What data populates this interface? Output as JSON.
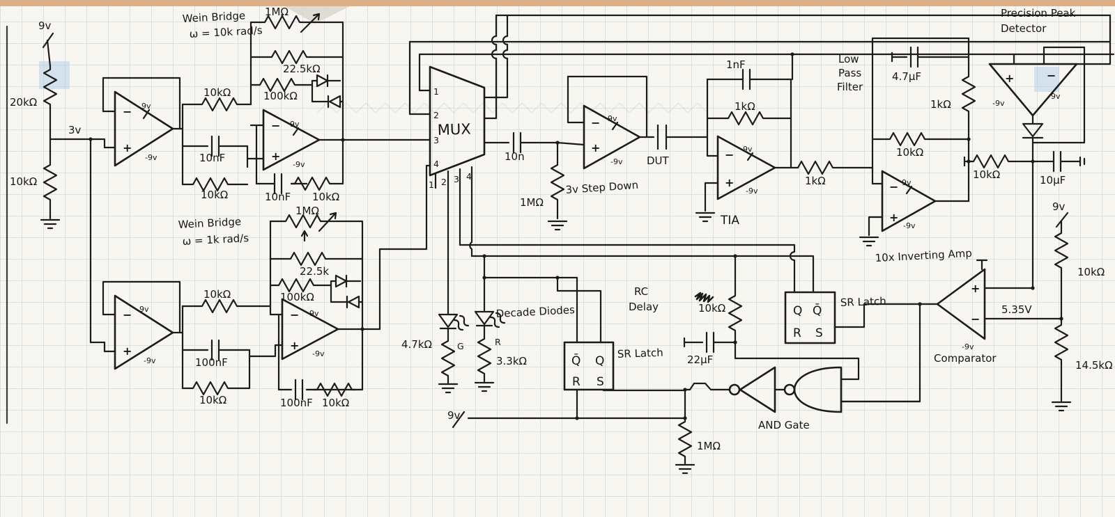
{
  "rails": {
    "pos": "9v",
    "neg": "-9v"
  },
  "op": {
    "plus": "+",
    "minus": "−"
  },
  "left_divider": {
    "v": "9v",
    "r_top": "20kΩ",
    "node": "3v",
    "r_bot": "10kΩ"
  },
  "wein1": {
    "title": "Wein Bridge",
    "omega": "ω = 10k rad/s",
    "r_in": "10kΩ",
    "c_in": "10nF",
    "pot": "1MΩ",
    "r_fb1": "22.5kΩ",
    "r_fb2": "100kΩ",
    "c_bot": "10nF",
    "r_bot": "10kΩ",
    "r_in2": "10kΩ"
  },
  "wein2": {
    "title": "Wein Bridge",
    "omega": "ω = 1k rad/s",
    "r_in": "10kΩ",
    "c_in": "100nF",
    "pot": "1MΩ",
    "r_fb1": "22.5k",
    "r_fb2": "100kΩ",
    "c_bot": "100nF",
    "r_bot": "10kΩ",
    "r_in2": "10kΩ"
  },
  "mux": {
    "label": "MUX",
    "pins": [
      "1",
      "2",
      "3",
      "4"
    ],
    "sels": [
      "1",
      "2",
      "3",
      "4"
    ]
  },
  "middle": {
    "c": "10n",
    "r": "1MΩ",
    "stepdown": "3v Step Down",
    "dut": "DUT"
  },
  "tia": {
    "label": "TIA",
    "c": "1nF",
    "r": "1kΩ",
    "r_out": "1kΩ"
  },
  "lpf": {
    "l1": "Low",
    "l2": "Pass",
    "l3": "Filter",
    "c": "4.7μF",
    "r": "1kΩ"
  },
  "inv": {
    "r_fb": "10kΩ",
    "label": "10x Inverting Amp"
  },
  "peak": {
    "t1": "Precision Peak",
    "t2": "Detector",
    "r_in": "10kΩ",
    "c": "10μF"
  },
  "divider_right": {
    "v": "9v",
    "r_top": "10kΩ",
    "node": "5.35V",
    "r_bot": "14.5kΩ"
  },
  "comparator": {
    "label": "Comparator"
  },
  "latch": {
    "label": "SR Latch",
    "q": "Q",
    "qbar": "Q̄",
    "r": "R",
    "s": "S"
  },
  "rc": {
    "l1": "RC",
    "l2": "Delay",
    "r": "10kΩ",
    "c": "22μF"
  },
  "gate": {
    "label": "AND Gate",
    "r_pull": "1MΩ",
    "v": "9v"
  },
  "decade": {
    "label": "Decade Diodes",
    "r1": "4.7kΩ",
    "r2": "3.3kΩ",
    "led1": "G",
    "led2": "R"
  }
}
